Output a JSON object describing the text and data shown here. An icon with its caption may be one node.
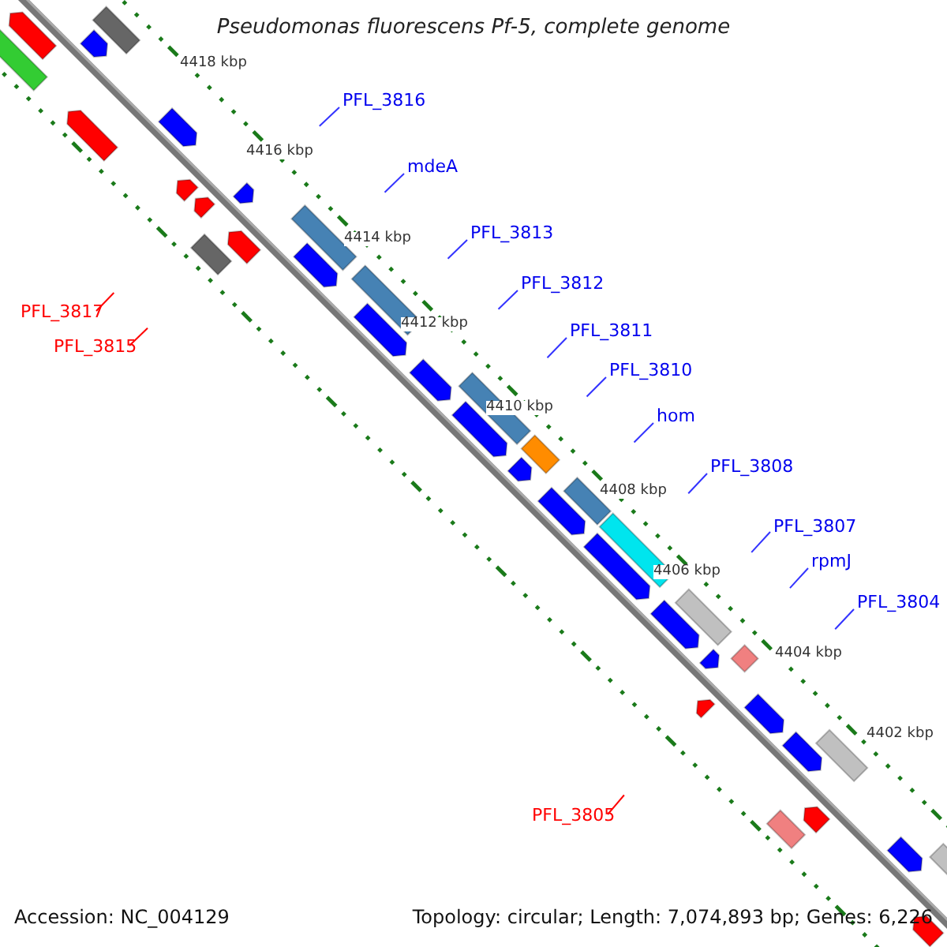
{
  "diagram": {
    "title": "Pseudomonas fluorescens Pf-5, complete genome",
    "nodes": [
      {
        "text": [
          "PFL_3816"
        ]
      },
      {
        "text": [
          "mdeA"
        ]
      },
      {
        "text": [
          "PFL_3813"
        ]
      },
      {
        "text": [
          "PFL_3812"
        ]
      },
      {
        "text": [
          "PFL_3811"
        ]
      },
      {
        "text": [
          "PFL_3817"
        ]
      },
      {
        "text": [
          "PFL_3815"
        ]
      },
      {
        "text": [
          "PFL_3810"
        ]
      },
      {
        "text": [
          "hom"
        ]
      },
      {
        "text": [
          "PFL_3808"
        ]
      },
      {
        "text": [
          "PFL_3807"
        ]
      },
      {
        "text": [
          "rpmJ"
        ]
      },
      {
        "text": [
          "PFL_3804"
        ]
      },
      {
        "text": [
          "PFL_3805"
        ]
      }
    ],
    "edges": [
      {
        "from": 0,
        "to": null,
        "arrow": "none"
      },
      {
        "from": 1,
        "to": null,
        "arrow": "none"
      },
      {
        "from": 2,
        "to": null,
        "arrow": "none"
      },
      {
        "from": 3,
        "to": null,
        "arrow": "none"
      },
      {
        "from": 4,
        "to": null,
        "arrow": "none"
      },
      {
        "from": 5,
        "to": null,
        "arrow": "none",
        "color": "#ff0000"
      },
      {
        "from": 6,
        "to": null,
        "arrow": "none",
        "color": "#ff0000"
      },
      {
        "from": 7,
        "to": null,
        "arrow": "none"
      },
      {
        "from": 8,
        "to": null,
        "arrow": "none"
      },
      {
        "from": 9,
        "to": null,
        "arrow": "none"
      },
      {
        "from": 10,
        "to": null,
        "arrow": "none"
      },
      {
        "from": 11,
        "to": null,
        "arrow": "none"
      },
      {
        "from": 12,
        "to": null,
        "arrow": "none"
      },
      {
        "from": 13,
        "to": null,
        "arrow": "none",
        "color": "#ff0000"
      }
    ],
    "labels": [
      "4418 kbp",
      "4416 kbp",
      "4414 kbp",
      "4412 kbp",
      "4410 kbp",
      "4408 kbp",
      "4406 kbp",
      "4404 kbp",
      "4402 kbp",
      "Accession: NC_004129",
      "Topology: circular; Length: 7,074,893 bp; Genes: 6,226"
    ]
  }
}
